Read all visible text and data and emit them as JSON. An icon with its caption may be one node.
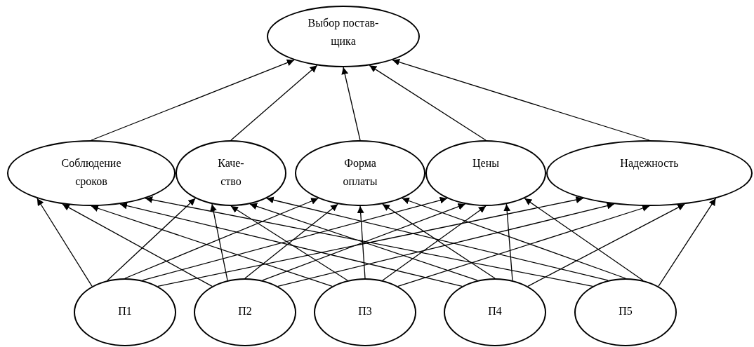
{
  "diagram": {
    "nodes": [
      {
        "text": [
          "Выбор постав- щика"
        ]
      },
      {
        "text": [
          "Соблюдение сроков"
        ]
      },
      {
        "text": [
          "Каче- ство"
        ]
      },
      {
        "text": [
          "Форма оплаты"
        ]
      },
      {
        "text": [
          "Цены"
        ]
      },
      {
        "text": [
          "Надежность"
        ]
      },
      {
        "text": [
          "П1"
        ]
      },
      {
        "text": [
          "П2"
        ]
      },
      {
        "text": [
          "П3"
        ]
      },
      {
        "text": [
          "П4"
        ]
      },
      {
        "text": [
          "П5"
        ]
      }
    ],
    "edges": [
      {
        "from": 1,
        "to": 0,
        "arrow": "to"
      },
      {
        "from": 2,
        "to": 0,
        "arrow": "to"
      },
      {
        "from": 3,
        "to": 0,
        "arrow": "to"
      },
      {
        "from": 4,
        "to": 0,
        "arrow": "to"
      },
      {
        "from": 5,
        "to": 0,
        "arrow": "to"
      },
      {
        "from": 6,
        "to": 1,
        "arrow": "to"
      },
      {
        "from": 6,
        "to": 2,
        "arrow": "to"
      },
      {
        "from": 6,
        "to": 3,
        "arrow": "to"
      },
      {
        "from": 6,
        "to": 4,
        "arrow": "to"
      },
      {
        "from": 6,
        "to": 5,
        "arrow": "to"
      },
      {
        "from": 7,
        "to": 1,
        "arrow": "to"
      },
      {
        "from": 7,
        "to": 2,
        "arrow": "to"
      },
      {
        "from": 7,
        "to": 3,
        "arrow": "to"
      },
      {
        "from": 7,
        "to": 4,
        "arrow": "to"
      },
      {
        "from": 7,
        "to": 5,
        "arrow": "to"
      },
      {
        "from": 8,
        "to": 1,
        "arrow": "to"
      },
      {
        "from": 8,
        "to": 2,
        "arrow": "to"
      },
      {
        "from": 8,
        "to": 3,
        "arrow": "to"
      },
      {
        "from": 8,
        "to": 4,
        "arrow": "to"
      },
      {
        "from": 8,
        "to": 5,
        "arrow": "to"
      },
      {
        "from": 9,
        "to": 1,
        "arrow": "to"
      },
      {
        "from": 9,
        "to": 2,
        "arrow": "to"
      },
      {
        "from": 9,
        "to": 3,
        "arrow": "to"
      },
      {
        "from": 9,
        "to": 4,
        "arrow": "to"
      },
      {
        "from": 9,
        "to": 5,
        "arrow": "to"
      },
      {
        "from": 10,
        "to": 1,
        "arrow": "to"
      },
      {
        "from": 10,
        "to": 2,
        "arrow": "to"
      },
      {
        "from": 10,
        "to": 3,
        "arrow": "to"
      },
      {
        "from": 10,
        "to": 4,
        "arrow": "to"
      },
      {
        "from": 10,
        "to": 5,
        "arrow": "to"
      }
    ]
  }
}
